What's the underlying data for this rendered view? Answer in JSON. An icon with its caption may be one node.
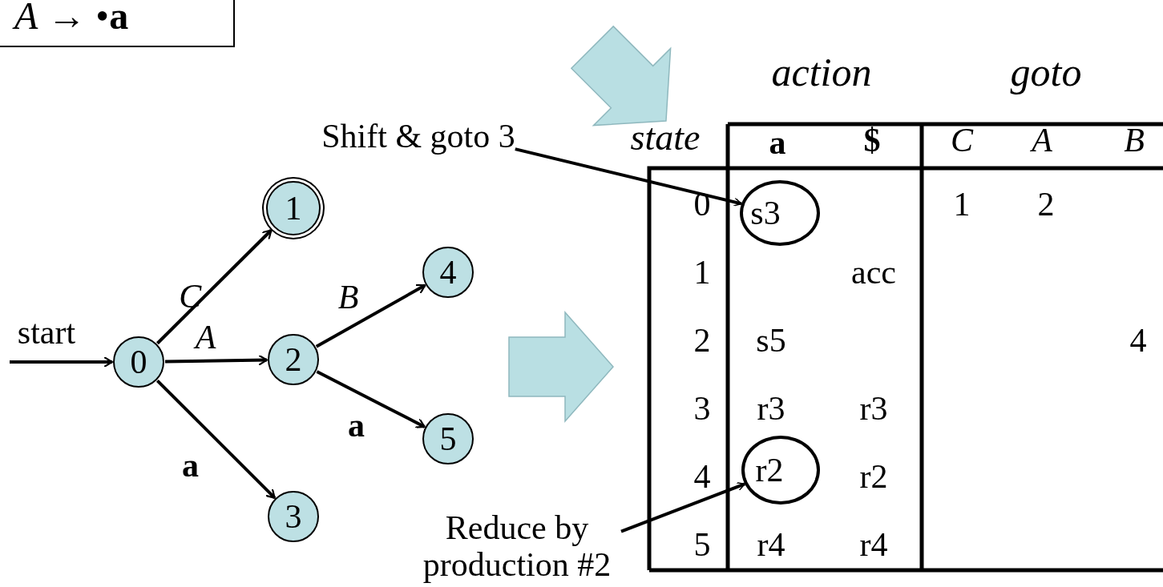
{
  "diagram": {
    "nodes": [
      {
        "text": [
          "*A* → •**a**"
        ]
      },
      {
        "text": [
          "0"
        ]
      },
      {
        "text": [
          "1"
        ]
      },
      {
        "text": [
          "2"
        ]
      },
      {
        "text": [
          "3"
        ]
      },
      {
        "text": [
          "4"
        ]
      },
      {
        "text": [
          "5"
        ]
      },
      {
        "text": [
          "Shift & goto 3"
        ]
      },
      {
        "text": [
          "s3"
        ]
      },
      {
        "text": [
          "r2"
        ]
      },
      {
        "text": [
          "Reduce by production #2"
        ]
      }
    ],
    "edges": [
      {
        "from": null,
        "to": 1,
        "arrow": "to",
        "label": "start"
      },
      {
        "from": 1,
        "to": 2,
        "arrow": "to",
        "label": "C"
      },
      {
        "from": 1,
        "to": 3,
        "arrow": "to",
        "label": "A"
      },
      {
        "from": 1,
        "to": 4,
        "arrow": "to",
        "label": "a"
      },
      {
        "from": 3,
        "to": 5,
        "arrow": "to",
        "label": "B"
      },
      {
        "from": 3,
        "to": 6,
        "arrow": "to",
        "label": "a"
      },
      {
        "from": 7,
        "to": 8,
        "arrow": "to"
      },
      {
        "from": 10,
        "to": 9,
        "arrow": "to"
      }
    ],
    "labels": [
      "action",
      "goto",
      "state",
      "a",
      "$",
      "C",
      "A",
      "B",
      "0",
      "1",
      "2",
      "1",
      "acc",
      "2",
      "s5",
      "4",
      "3",
      "r3",
      "r3",
      "4",
      "r2",
      "5",
      "r4",
      "r4"
    ]
  }
}
